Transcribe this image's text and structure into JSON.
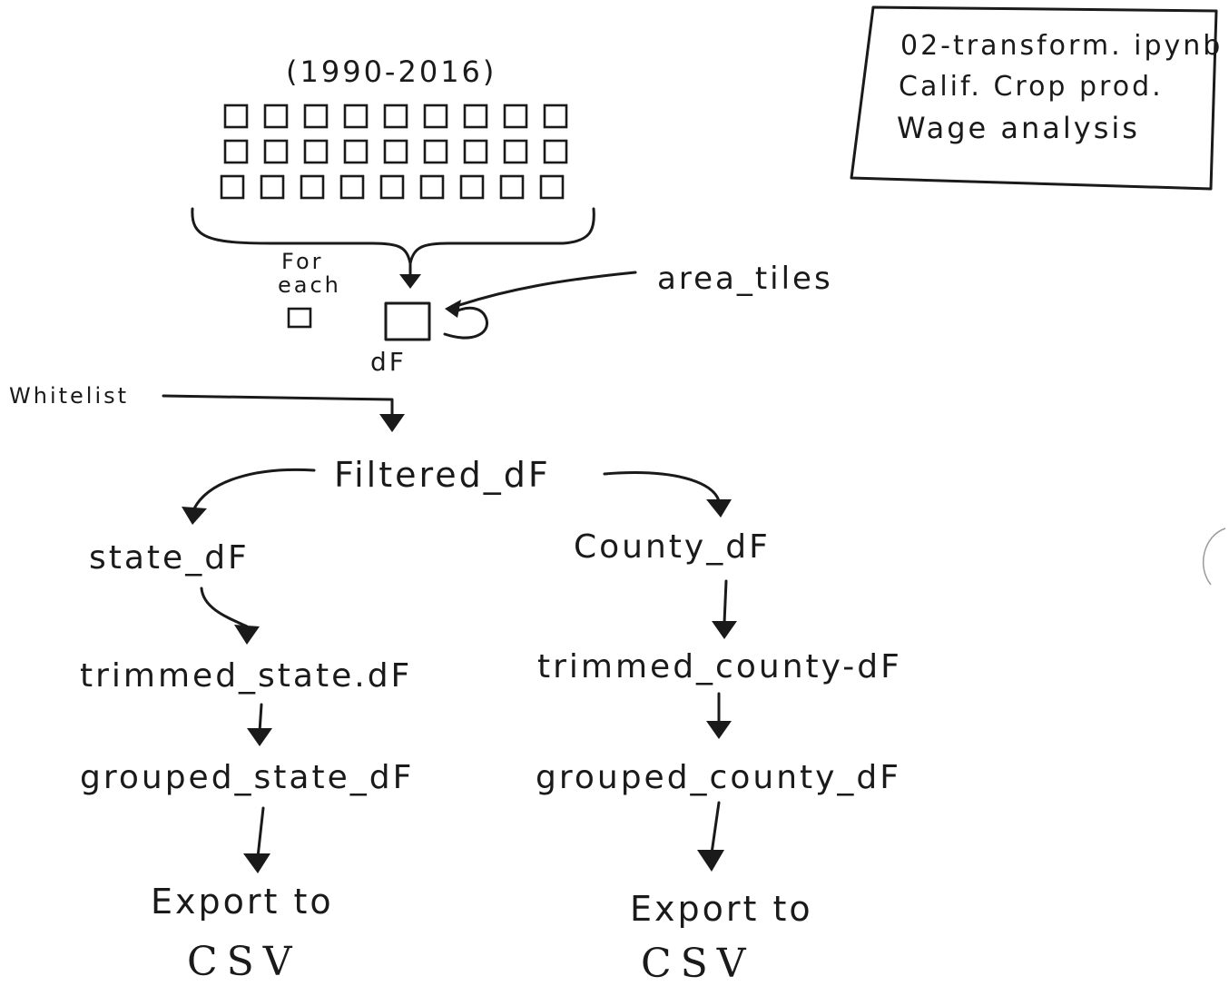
{
  "note": {
    "lines": [
      "02-transform. ipynb",
      "Calif. Crop prod.",
      "Wage analysis"
    ]
  },
  "tiles": {
    "year_range": "(1990-2016)",
    "rows": [
      9,
      9,
      9
    ]
  },
  "for_each": {
    "line1": "For",
    "line2": "each"
  },
  "nodes": {
    "df": "dF",
    "area_tiles": "area_tiles",
    "whitelist": "Whitelist",
    "filtered_df": "Filtered_dF",
    "state_df": "state_dF",
    "county_df": "County_dF",
    "trimmed_state_df": "trimmed_state.dF",
    "trimmed_county_df": "trimmed_county-dF",
    "grouped_state_df": "grouped_state_dF",
    "grouped_county_df": "grouped_county_dF",
    "export_state_line1": "Export to",
    "export_state_line2": "CSV",
    "export_county_line1": "Export to",
    "export_county_line2": "CSV"
  }
}
